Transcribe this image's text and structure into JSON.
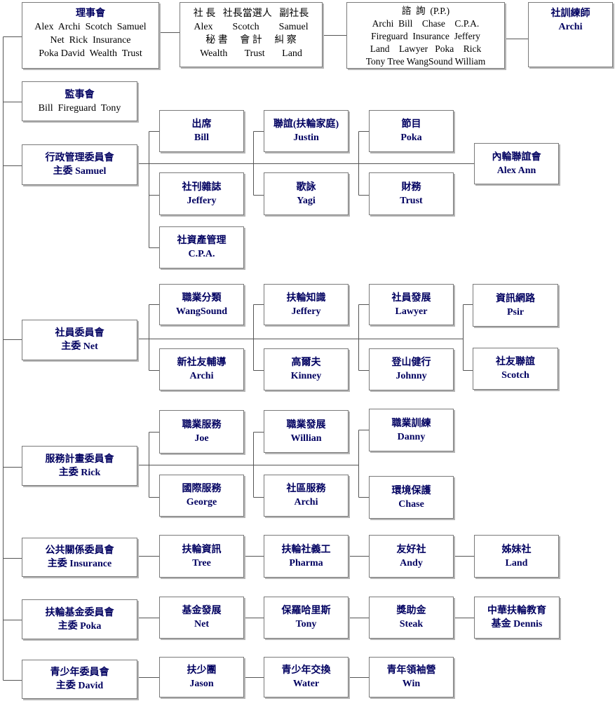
{
  "chart": {
    "boxes": {
      "board": {
        "lines": [
          "理事會",
          "Alex  Archi  Scotch  Samuel",
          "Net  Rick  Insurance",
          "Poka David  Wealth  Trust"
        ]
      },
      "officers": {
        "lines": [
          "社 長   社長當選人   副社長",
          "Alex        Scotch        Samuel",
          "秘 書     會 計     糾 察",
          "Wealth       Trust       Land"
        ]
      },
      "advisors": {
        "lines": [
          "諮  詢  (P.P.)",
          "Archi  Bill    Chase    C.P.A.",
          "Fireguard  Insurance  Jeffery",
          "Land    Lawyer   Poka    Rick",
          "Tony Tree WangSound William"
        ]
      },
      "trainer": {
        "lines": [
          "社訓練師",
          "Archi"
        ]
      },
      "supervisor": {
        "lines": [
          "監事會",
          "Bill  Fireguard  Tony"
        ]
      },
      "admin_committee": {
        "lines": [
          "行政管理委員會",
          "主委 Samuel"
        ]
      },
      "attendance": {
        "lines": [
          "出席",
          "Bill"
        ]
      },
      "fellowship": {
        "lines": [
          "聯誼(扶輪家庭)",
          "Justin"
        ]
      },
      "program": {
        "lines": [
          "節目",
          "Poka"
        ]
      },
      "inner_wheel": {
        "lines": [
          "內輪聯誼會",
          "Alex Ann"
        ]
      },
      "magazine": {
        "lines": [
          "社刊雜誌",
          "Jeffery"
        ]
      },
      "singing": {
        "lines": [
          "歌詠",
          "Yagi"
        ]
      },
      "finance": {
        "lines": [
          "財務",
          "Trust"
        ]
      },
      "assets": {
        "lines": [
          "社資產管理",
          "C.P.A."
        ]
      },
      "member_committee": {
        "lines": [
          "社員委員會",
          "主委 Net"
        ]
      },
      "classification": {
        "lines": [
          "職業分類",
          "WangSound"
        ]
      },
      "rotary_knowledge": {
        "lines": [
          "扶輪知識",
          "Jeffery"
        ]
      },
      "member_development": {
        "lines": [
          "社員發展",
          "Lawyer"
        ]
      },
      "info_network": {
        "lines": [
          "資訊網路",
          "Psir"
        ]
      },
      "new_member_guidance": {
        "lines": [
          "新社友輔導",
          "Archi"
        ]
      },
      "golf": {
        "lines": [
          "高爾夫",
          "Kinney"
        ]
      },
      "hiking": {
        "lines": [
          "登山健行",
          "Johnny"
        ]
      },
      "member_fellowship": {
        "lines": [
          "社友聯誼",
          "Scotch"
        ]
      },
      "service_committee": {
        "lines": [
          "服務計畫委員會",
          "主委 Rick"
        ]
      },
      "vocational_service": {
        "lines": [
          "職業服務",
          "Joe"
        ]
      },
      "vocational_development": {
        "lines": [
          "職業發展",
          "Willian"
        ]
      },
      "vocational_training": {
        "lines": [
          "職業訓練",
          "Danny"
        ]
      },
      "international_service": {
        "lines": [
          "國際服務",
          "George"
        ]
      },
      "community_service": {
        "lines": [
          "社區服務",
          "Archi"
        ]
      },
      "environment": {
        "lines": [
          "環境保護",
          "Chase"
        ]
      },
      "pr_committee": {
        "lines": [
          "公共關係委員會",
          "主委 Insurance"
        ]
      },
      "rotary_info": {
        "lines": [
          "扶輪資訊",
          "Tree"
        ]
      },
      "volunteers": {
        "lines": [
          "扶輪社義工",
          "Pharma"
        ]
      },
      "friend_club": {
        "lines": [
          "友好社",
          "Andy"
        ]
      },
      "sister_club": {
        "lines": [
          "姊妹社",
          "Land"
        ]
      },
      "foundation_committee": {
        "lines": [
          "扶輪基金委員會",
          "主委 Poka"
        ]
      },
      "fund_development": {
        "lines": [
          "基金發展",
          "Net"
        ]
      },
      "paul_harris": {
        "lines": [
          "保羅哈里斯",
          "Tony"
        ]
      },
      "scholarship": {
        "lines": [
          "獎助金",
          "Steak"
        ]
      },
      "education_foundation": {
        "lines": [
          "中華扶輪教育",
          "基金 Dennis"
        ]
      },
      "youth_committee": {
        "lines": [
          "青少年委員會",
          "主委 David"
        ]
      },
      "interact": {
        "lines": [
          "扶少團",
          "Jason"
        ]
      },
      "youth_exchange": {
        "lines": [
          "青少年交換",
          "Water"
        ]
      },
      "youth_leadership": {
        "lines": [
          "青年領袖營",
          "Win"
        ]
      }
    }
  }
}
